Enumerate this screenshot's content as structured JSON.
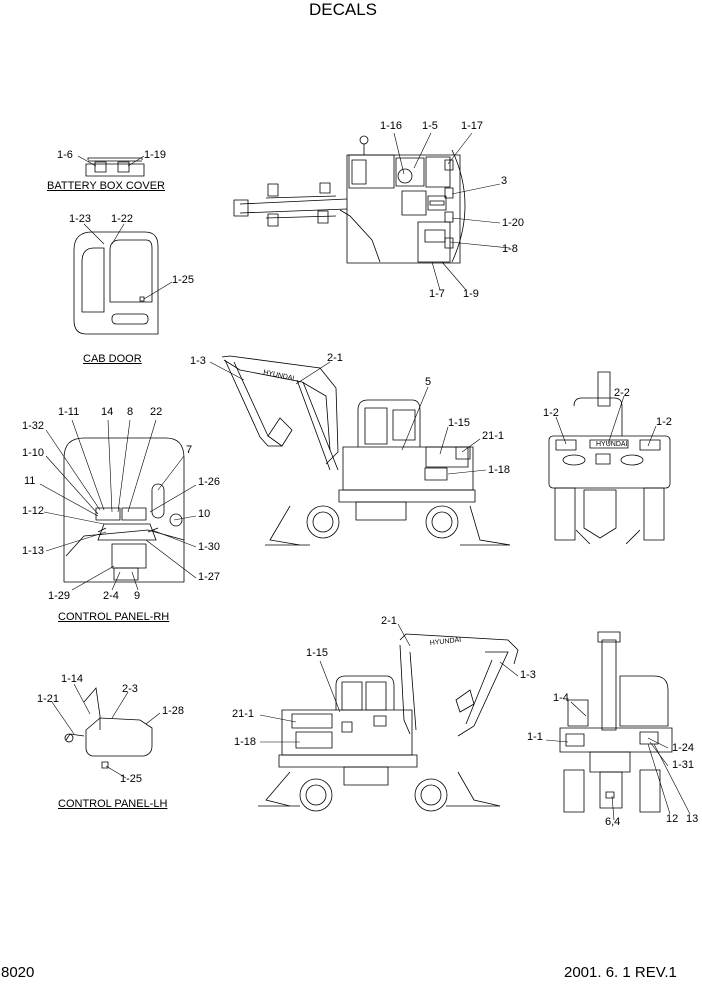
{
  "title": "DECALS",
  "footer": {
    "page_number": "8020",
    "revision": "2001. 6. 1 REV.1"
  },
  "captions": {
    "battery_box_cover": "BATTERY BOX COVER",
    "cab_door": "CAB DOOR",
    "control_panel_rh": "CONTROL PANEL-RH",
    "control_panel_lh": "CONTROL PANEL-LH"
  },
  "callouts": {
    "top": [
      "1-16",
      "1-5",
      "1-17",
      "3",
      "1-20",
      "1-8",
      "1-7",
      "1-9"
    ],
    "battery": [
      "1-6",
      "1-19"
    ],
    "cab_door": [
      "1-23",
      "1-22",
      "1-25"
    ],
    "side_right": [
      "1-3",
      "2-1",
      "5",
      "1-15",
      "21-1",
      "1-18"
    ],
    "rear": [
      "1-2",
      "2-2",
      "1-2"
    ],
    "panel_rh": [
      "1-32",
      "1-11",
      "14",
      "8",
      "22",
      "1-10",
      "7",
      "11",
      "1-26",
      "1-12",
      "10",
      "1-13",
      "1-30",
      "1-27",
      "1-29",
      "2-4",
      "9"
    ],
    "panel_lh": [
      "1-14",
      "1-21",
      "2-3",
      "1-28",
      "1-25"
    ],
    "side_left": [
      "2-1",
      "1-15",
      "1-3",
      "21-1",
      "1-18"
    ],
    "front": [
      "1-4",
      "1-1",
      "1-24",
      "1-31",
      "6,4",
      "12",
      "13"
    ]
  },
  "brand_text": "HYUNDAI"
}
